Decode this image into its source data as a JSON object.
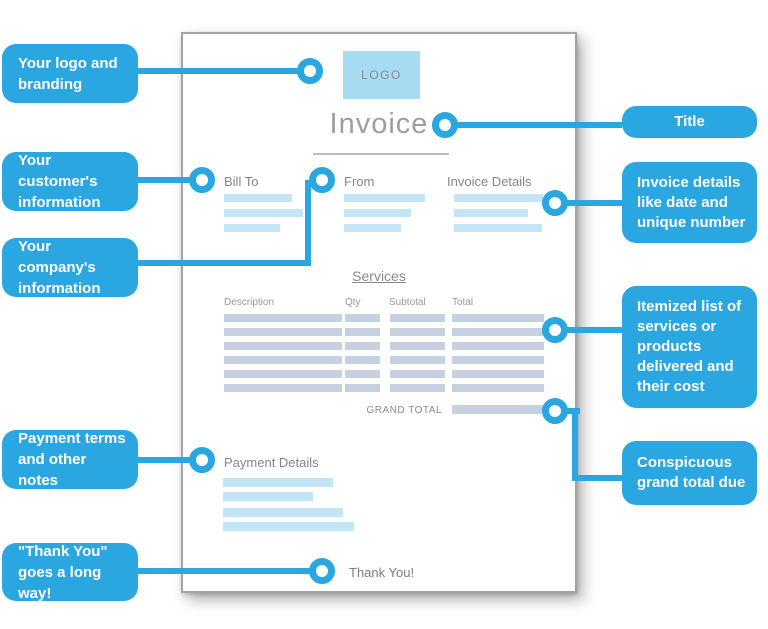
{
  "palette": {
    "callout_blue": "#2aa7e0",
    "light_blue": "#c3e5f6",
    "logo_blue": "#a6dbf2",
    "table_bar": "#c5d1e1",
    "page_border": "#a3a3a3",
    "gray_text": "#8a8a8a"
  },
  "invoice": {
    "logo": "LOGO",
    "title": "Invoice",
    "bill_to": "Bill To",
    "from": "From",
    "invoice_details": "Invoice Details",
    "services": "Services",
    "table_headers": [
      "Description",
      "Qty",
      "Subtotal",
      "Total"
    ],
    "grand_total": "GRAND TOTAL",
    "payment_details": "Payment Details",
    "thank_you": "Thank You!"
  },
  "callouts": {
    "left": [
      {
        "id": "logo",
        "label": "Your logo and\nbranding"
      },
      {
        "id": "customer",
        "label": "Your customer's\ninformation"
      },
      {
        "id": "company",
        "label": "Your company's\ninformation"
      },
      {
        "id": "payment",
        "label": "Payment terms\nand other notes"
      },
      {
        "id": "thank_you",
        "label": "\"Thank You\"\ngoes a long way!"
      }
    ],
    "right": [
      {
        "id": "title",
        "label": "Title"
      },
      {
        "id": "invoice_details",
        "label": "Invoice details\nlike date and\nunique number"
      },
      {
        "id": "itemized",
        "label": "Itemized list of\nservices or\nproducts\ndelivered and\ntheir cost"
      },
      {
        "id": "grand_total",
        "label": "Conspicuous\ngrand total due"
      }
    ]
  }
}
